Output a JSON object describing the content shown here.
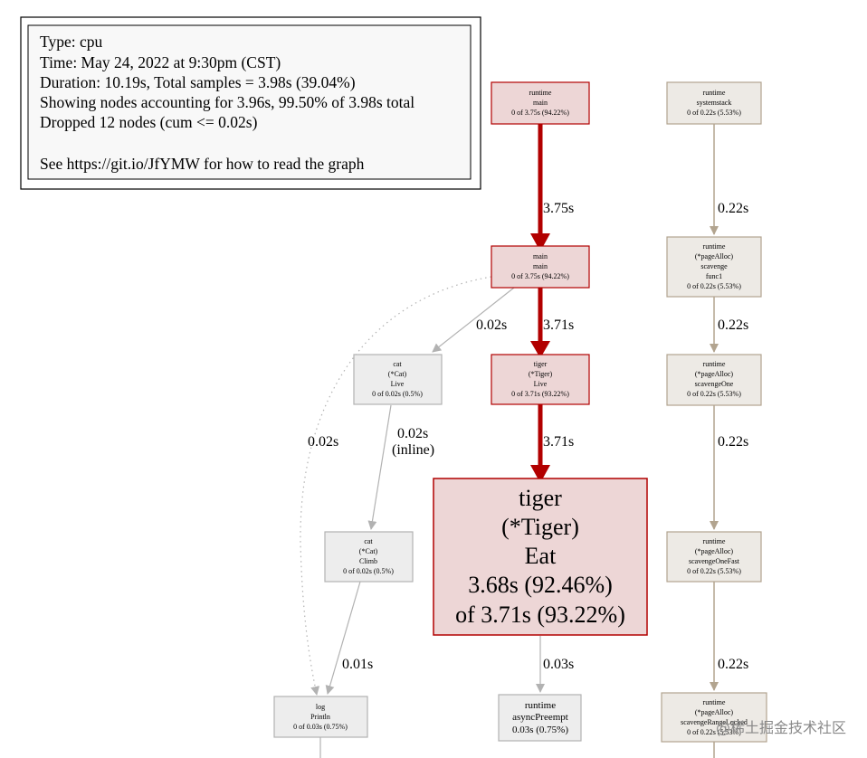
{
  "legend": {
    "lines": [
      "Type: cpu",
      "Time: May 24, 2022 at 9:30pm (CST)",
      "Duration: 10.19s, Total samples = 3.98s (39.04%)",
      "Showing nodes accounting for 3.96s, 99.50% of 3.98s total",
      "Dropped 12 nodes (cum <= 0.02s)",
      "",
      "See https://git.io/JfYMW for how to read the graph"
    ]
  },
  "nodes": {
    "runtime_main": [
      "runtime",
      "main",
      "0 of 3.75s (94.22%)"
    ],
    "main_main": [
      "main",
      "main",
      "0 of 3.75s (94.22%)"
    ],
    "cat_live": [
      "cat",
      "(*Cat)",
      "Live",
      "0 of 0.02s (0.5%)"
    ],
    "tiger_live": [
      "tiger",
      "(*Tiger)",
      "Live",
      "0 of 3.71s (93.22%)"
    ],
    "tiger_eat": [
      "tiger",
      "(*Tiger)",
      "Eat",
      "3.68s (92.46%)",
      "of 3.71s (93.22%)"
    ],
    "cat_climb": [
      "cat",
      "(*Cat)",
      "Climb",
      "0 of 0.02s (0.5%)"
    ],
    "log_println": [
      "log",
      "Println",
      "0 of 0.03s (0.75%)"
    ],
    "runtime_asyncpreempt": [
      "runtime",
      "asyncPreempt",
      "0.03s (0.75%)"
    ],
    "runtime_systemstack": [
      "runtime",
      "systemstack",
      "0 of 0.22s (5.53%)"
    ],
    "runtime_scavenge_func1": [
      "runtime",
      "(*pageAlloc)",
      "scavenge",
      "func1",
      "0 of 0.22s (5.53%)"
    ],
    "runtime_scavengeone": [
      "runtime",
      "(*pageAlloc)",
      "scavengeOne",
      "0 of 0.22s (5.53%)"
    ],
    "runtime_scavengeonefast": [
      "runtime",
      "(*pageAlloc)",
      "scavengeOneFast",
      "0 of 0.22s (5.53%)"
    ],
    "runtime_scavengerangelocked": [
      "runtime",
      "(*pageAlloc)",
      "scavengeRangeLocked",
      "0 of 0.22s (5.53%)"
    ]
  },
  "edges": {
    "runtime_main_to_main": "3.75s",
    "main_to_tiger_live": "3.71s",
    "main_to_cat_live": "0.02s",
    "main_to_log": "0.02s",
    "cat_live_to_climb": "0.02s",
    "cat_live_to_climb_note": "(inline)",
    "tiger_live_to_eat": "3.71s",
    "climb_to_log": "0.01s",
    "eat_to_asyncpreempt": "0.03s",
    "systemstack_to_func1": "0.22s",
    "func1_to_scavengeone": "0.22s",
    "scavengeone_to_fast": "0.22s",
    "fast_to_rangelocked": "0.22s"
  },
  "colors": {
    "hot_fill": "#edd6d6",
    "hot_border": "#b20000",
    "hot_edge": "#b20000",
    "cold_fill": "#ededed",
    "cold_border": "#b2b2b2",
    "cold_edge": "#b2b2b2",
    "warm_fill": "#edeae5",
    "warm_border": "#b2a48f",
    "warm_edge": "#b2a48f"
  },
  "watermark": "@稀土掘金技术社区"
}
